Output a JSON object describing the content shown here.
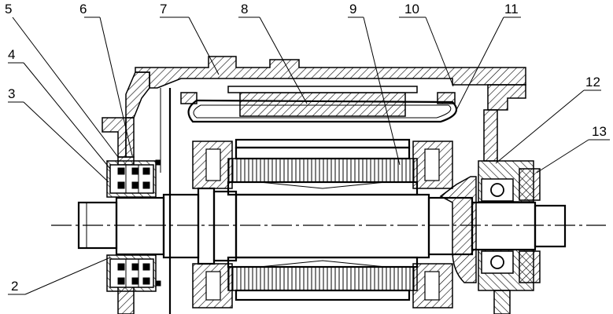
{
  "drawing": {
    "callouts": [
      {
        "id": "c5",
        "label": "5"
      },
      {
        "id": "c6",
        "label": "6"
      },
      {
        "id": "c7",
        "label": "7"
      },
      {
        "id": "c8",
        "label": "8"
      },
      {
        "id": "c9",
        "label": "9"
      },
      {
        "id": "c10",
        "label": "10"
      },
      {
        "id": "c11",
        "label": "11"
      },
      {
        "id": "c4",
        "label": "4"
      },
      {
        "id": "c3",
        "label": "3"
      },
      {
        "id": "c12",
        "label": "12"
      },
      {
        "id": "c13",
        "label": "13"
      },
      {
        "id": "c2",
        "label": "2"
      }
    ]
  }
}
